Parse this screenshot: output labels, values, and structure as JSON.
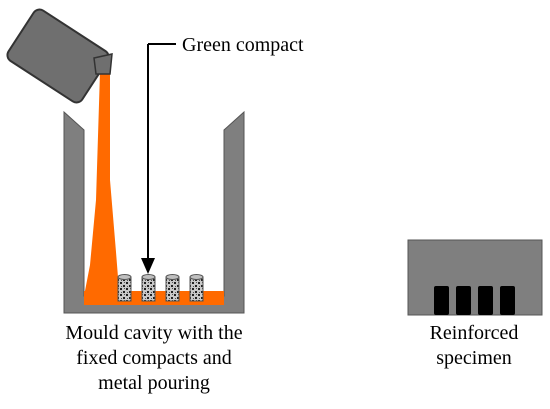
{
  "labels": {
    "green_compact": "Green compact",
    "mould_line1": "Mould cavity with the",
    "mould_line2": "fixed compacts and",
    "mould_line3": "metal pouring",
    "reinforced_line1": "Reinforced",
    "reinforced_line2": "specimen"
  },
  "colors": {
    "mould": "#7f7f7f",
    "metal": "#ff6a00",
    "ladle": "#6f6f6f",
    "outline": "#333333",
    "insert": "#000000",
    "compact": "#bfbfbf"
  },
  "compacts_count": 4,
  "inserts_count": 4
}
